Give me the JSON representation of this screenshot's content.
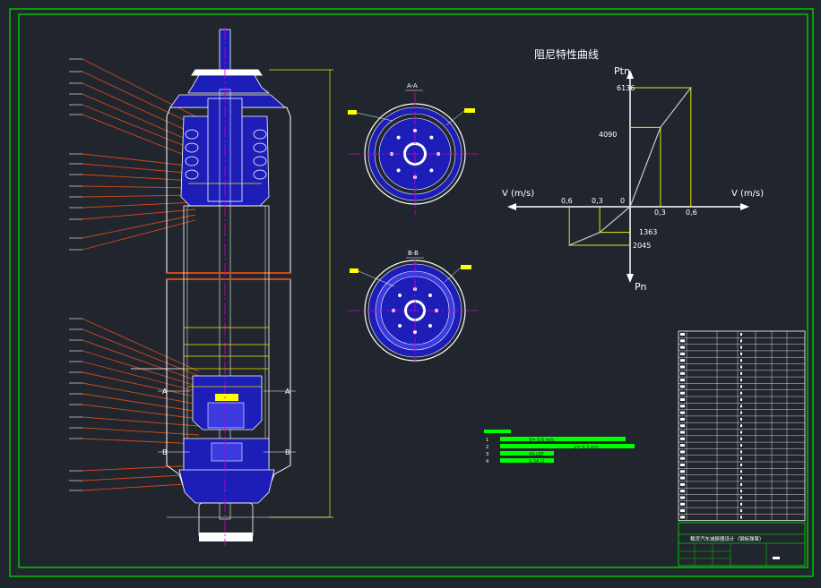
{
  "colors": {
    "background": "#21262e",
    "border": "#00c200",
    "part": "#1d1db8",
    "part_light": "#3a3ae0",
    "outline": "#ffffff",
    "leader": "#d04a1a",
    "centerline": "#d000d0",
    "dimension": "#e8e800",
    "highlight": "#00ff00",
    "text": "#ffffff",
    "curve": "#c8c8c8"
  },
  "drawing": {
    "section_a_label": "A-A",
    "section_b_label": "B-B",
    "section_a_marker": "A",
    "section_b_marker": "B"
  },
  "damping_chart": {
    "title": "阻尼特性曲线",
    "y_axis_top": "Ptn",
    "y_axis_bottom": "Pn",
    "x_axis_label_left": "V (m/s)",
    "x_axis_label_right": "V (m/s)",
    "origin_label": "0",
    "tick_labels": {
      "pos_v1": "0,3",
      "pos_v2": "0,6",
      "neg_v1": "0,3",
      "neg_v2": "0,6",
      "pos_p1": "4090",
      "pos_p2": "6136",
      "neg_p1": "1363",
      "neg_p2": "2045"
    }
  },
  "chart_data": {
    "type": "line",
    "title": "阻尼特性曲线",
    "xlabel": "V (m/s)",
    "ylabel": "P",
    "x": [
      -0.6,
      -0.3,
      0,
      0.3,
      0.6
    ],
    "series": [
      {
        "values": [
          -2045,
          -1363,
          0,
          4090,
          6136
        ]
      }
    ]
  },
  "tech_notes": {
    "items": [
      {
        "num": "1",
        "text": "V= 0.6 m/s"
      },
      {
        "num": "2",
        "text": "V= 0.3 m/s"
      },
      {
        "num": "3",
        "text": "45-LEF"
      },
      {
        "num": "4",
        "text": "0.3A /1"
      }
    ]
  },
  "title_block": {
    "title_text": "载货汽车减振器设计（钢板弹簧）"
  }
}
